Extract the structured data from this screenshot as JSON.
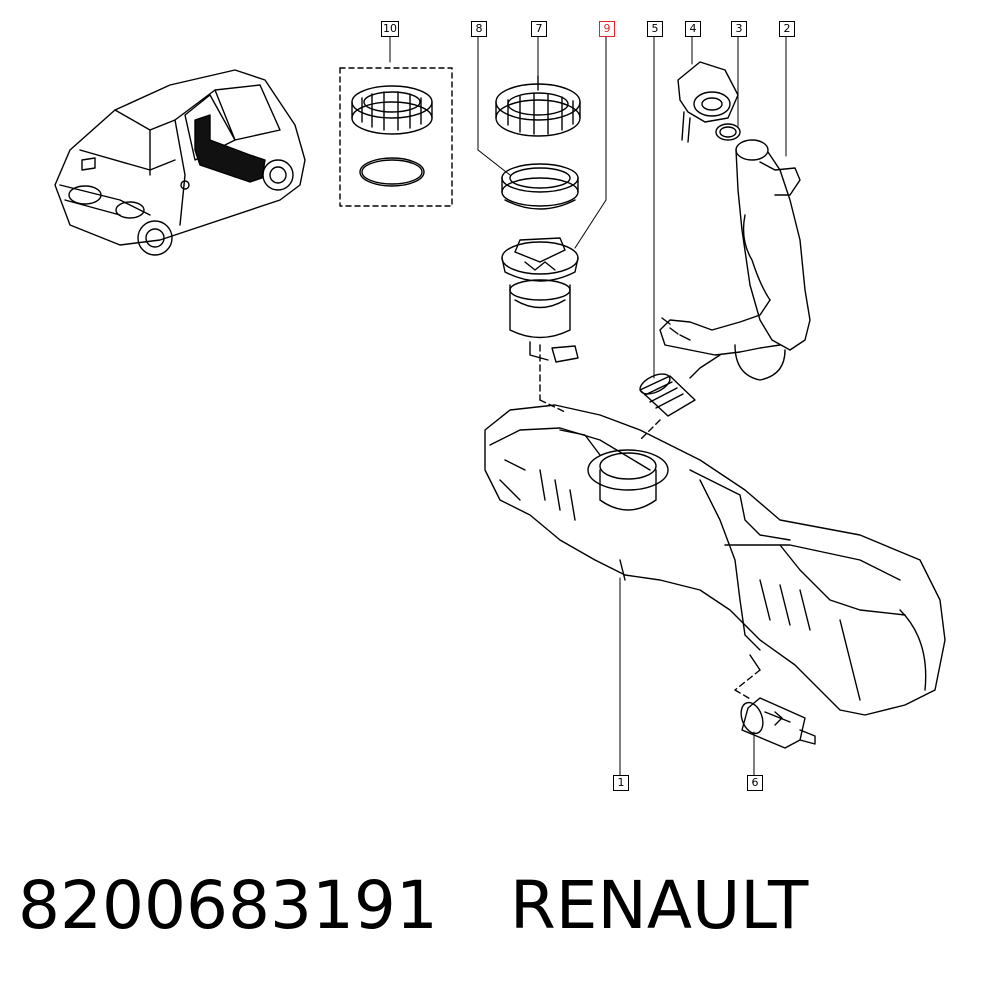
{
  "callouts": {
    "c1": "1",
    "c2": "2",
    "c3": "3",
    "c4": "4",
    "c5": "5",
    "c6": "6",
    "c7": "7",
    "c8": "8",
    "c9": "9",
    "c10": "10"
  },
  "highlighted_callout": "9",
  "colors": {
    "line": "#000000",
    "highlight": "#e8202a",
    "background": "#ffffff"
  },
  "footer": {
    "part_number": "8200683191",
    "brand": "RENAULT"
  }
}
